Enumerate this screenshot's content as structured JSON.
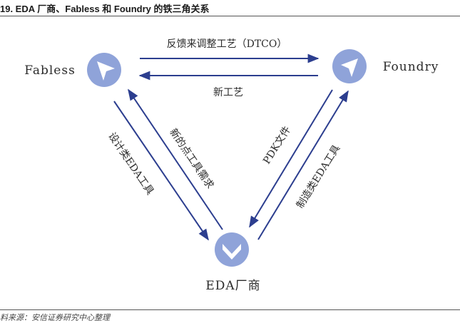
{
  "title": "19. EDA 厂商、Fabless 和 Foundry 的铁三角关系",
  "nodes": {
    "fabless": "Fabless",
    "foundry": "Foundry",
    "eda": "EDA厂商"
  },
  "edges": {
    "fabless_to_foundry": "反馈来调整工艺（DTCO）",
    "foundry_to_fabless": "新工艺",
    "fabless_to_eda": "设计类EDA工具",
    "eda_to_fabless": "新的点工具需求",
    "foundry_to_eda": "PDK文件",
    "eda_to_foundry": "制造类EDA工具"
  },
  "source": "料来源：安信证券研究中心整理",
  "colors": {
    "node_fill": "#8fa3d9",
    "arrow": "#2c3e8f"
  }
}
